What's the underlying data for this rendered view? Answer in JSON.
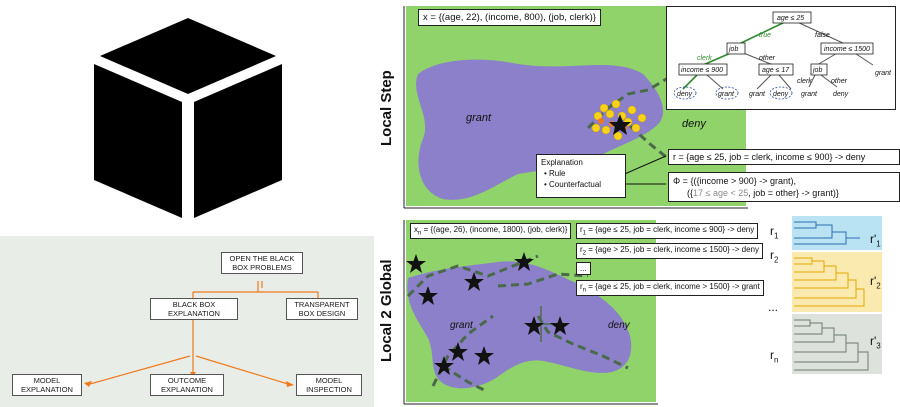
{
  "taxonomy": {
    "root": "OPEN THE BLACK BOX PROBLEMS",
    "black_box_explanation": "BLACK BOX EXPLANATION",
    "transparent_box_design": "TRANSPARENT BOX DESIGN",
    "model_explanation": "MODEL EXPLANATION",
    "outcome_explanation": "OUTCOME EXPLANATION",
    "model_inspection": "MODEL INSPECTION"
  },
  "local_step": {
    "side_label": "Local Step",
    "instance": "x = {(age, 22), (income, 800), (job, clerk)}",
    "grant": "grant",
    "deny": "deny",
    "explanation_title": "Explanation",
    "explanation_items": [
      "Rule",
      "Counterfactual"
    ],
    "rule": "r = {age ≤ 25, job = clerk, income ≤ 900} -> deny",
    "counterfactual_line1": "Φ = {({income > 900} -> grant),",
    "counterfactual_line2a": "({",
    "counterfactual_line2b": "17 ≤ age < 25",
    "counterfactual_line2c": ", job = other} -> grant)}",
    "tree": {
      "root": "age ≤ 25",
      "true": "true",
      "false": "false",
      "job1": "job",
      "clerk1": "clerk",
      "other1": "other",
      "income900": "income ≤ 900",
      "age17": "age ≤ 17",
      "income1500": "income ≤ 1500",
      "job2": "job",
      "clerk2": "clerk",
      "other2": "other",
      "deny_a": "deny",
      "grant_a": "grant",
      "grant_b": "grant",
      "deny_b": "deny",
      "grant_c": "grant",
      "deny_c": "deny",
      "grant_d": "grant"
    }
  },
  "local2global": {
    "side_label": "Local 2 Global",
    "instance": "x",
    "instance_sub": "n",
    "instance_rest": " = {(age, 26), (income, 1800), (job, clerk)}",
    "rules": [
      {
        "name": "r",
        "sub": "1",
        "text": " = {age ≤ 25, job = clerk, income ≤ 900} -> deny"
      },
      {
        "name": "r",
        "sub": "2",
        "text": " = {age > 25, job = clerk, income ≤ 1500} -> deny"
      },
      {
        "name": "",
        "sub": "",
        "text": "..."
      },
      {
        "name": "r",
        "sub": "n",
        "text": " = {age ≤ 25, job = clerk, income > 1500} -> grant"
      }
    ],
    "grant": "grant",
    "deny": "deny"
  },
  "dendrogram": {
    "left_labels": [
      {
        "name": "r",
        "sub": "1"
      },
      {
        "name": "r",
        "sub": "2"
      },
      {
        "name": "...",
        "sub": ""
      },
      {
        "name": "r",
        "sub": "n"
      }
    ],
    "right_labels": [
      {
        "name": "r'",
        "sub": "1"
      },
      {
        "name": "r'",
        "sub": "2"
      },
      {
        "name": "r'",
        "sub": "3"
      }
    ],
    "colors": {
      "cluster1": "#b9e2f2",
      "cluster2": "#fbeab0",
      "cluster3": "#dde2dd",
      "lines1": "#2b6fb0",
      "lines2": "#e0a800",
      "lines3": "#6b7b6b"
    }
  },
  "colors": {
    "green": "#8fd36a",
    "purple": "#8b80c9",
    "orange": "#f07a1a",
    "yellow": "#f6d21a",
    "dash": "#4a6a4a"
  }
}
